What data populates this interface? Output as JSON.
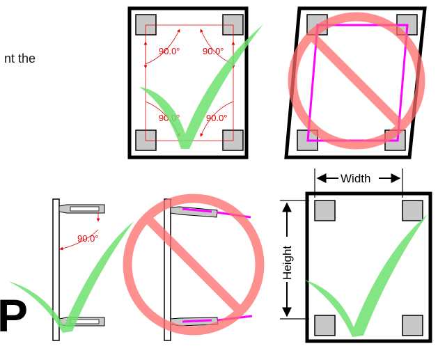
{
  "intro_text_fragment": "nt the",
  "bottom_letter_fragment": "P",
  "angle_labels": {
    "top_left": "90.0°",
    "top_right": "90.0°",
    "bottom_left": "90.0°",
    "bottom_right": "90.0°",
    "side_view": "90.0°"
  },
  "width_label": "Width",
  "height_label": "Height",
  "colors": {
    "correct_check": "#6fe06f",
    "wrong_sign": "#ff6b6b",
    "skew_outline": "#ff00ff",
    "angle_marks": "#e00000",
    "corner_pad": "#c8c8c8"
  },
  "icons": [
    "check-mark-icon",
    "prohibited-sign-icon"
  ]
}
